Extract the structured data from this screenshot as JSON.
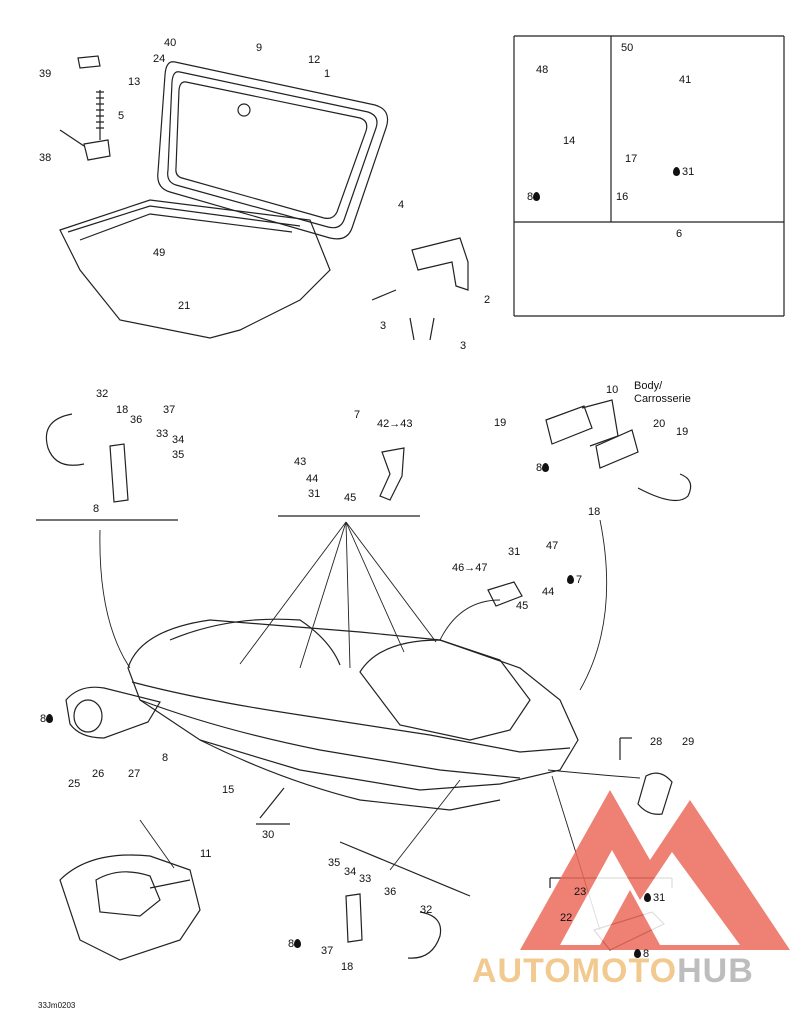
{
  "callouts": {
    "n1": "1",
    "n2": "2",
    "n3a": "3",
    "n3b": "3",
    "n4": "4",
    "n5": "5",
    "n6": "6",
    "n7a": "7",
    "n7b": "7",
    "n8a": "8",
    "n8b": "8",
    "n8c": "8",
    "n8d": "8",
    "n8e": "8",
    "n8f": "8",
    "n8g": "8",
    "n9": "9",
    "n10": "10",
    "n11": "11",
    "n12": "12",
    "n13": "13",
    "n14": "14",
    "n15": "15",
    "n16": "16",
    "n17": "17",
    "n18a": "18",
    "n18b": "18",
    "n18c": "18",
    "n19a": "19",
    "n19b": "19",
    "n20": "20",
    "n21": "21",
    "n22": "22",
    "n23": "23",
    "n24": "24",
    "n25": "25",
    "n26": "26",
    "n27": "27",
    "n28": "28",
    "n29": "29",
    "n30": "30",
    "n31a": "31",
    "n31b": "31",
    "n31c": "31",
    "n31d": "31",
    "n32a": "32",
    "n32b": "32",
    "n33a": "33",
    "n33b": "33",
    "n34a": "34",
    "n34b": "34",
    "n35a": "35",
    "n35b": "35",
    "n36a": "36",
    "n36b": "36",
    "n37a": "37",
    "n37b": "37",
    "n38": "38",
    "n39": "39",
    "n40": "40",
    "n41": "41",
    "n43": "43",
    "n44a": "44",
    "n44b": "44",
    "n45a": "45",
    "n45b": "45",
    "n47": "47",
    "n48": "48",
    "n49": "49",
    "n50": "50",
    "r42": "42→43",
    "r46": "46→47"
  },
  "body_label": "Body/\nCarrosserie",
  "drawing_code": "33Jm0203",
  "watermark": {
    "part1": "AUTO",
    "part2": "MOTO",
    "part3": "HUB"
  },
  "colors": {
    "watermark_red": "#e8453c",
    "watermark_orange": "#f2c98f",
    "watermark_grey": "#bdbdbd"
  }
}
